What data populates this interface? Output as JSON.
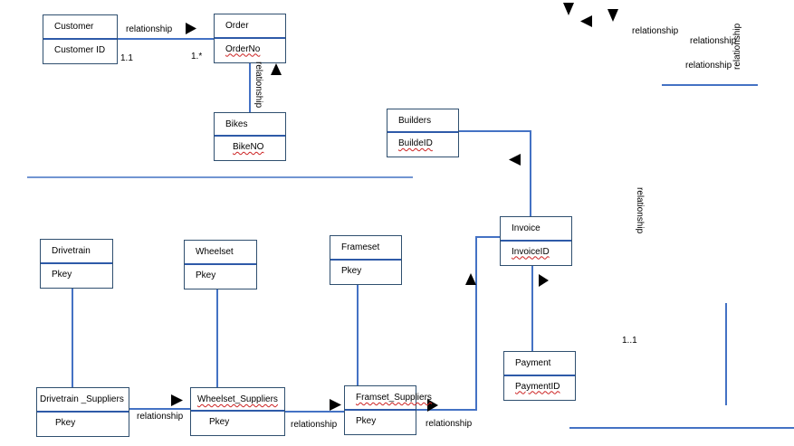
{
  "entities": {
    "customer": {
      "title": "Customer",
      "key": "Customer ID"
    },
    "order": {
      "title": "Order",
      "key": "OrderNo"
    },
    "bikes": {
      "title": "Bikes",
      "key": "BikeNO"
    },
    "builders": {
      "title": "Builders",
      "key": "BuildeID"
    },
    "invoice": {
      "title": "Invoice",
      "key": "InvoiceID"
    },
    "payment": {
      "title": "Payment",
      "key": "PaymentID"
    },
    "drivetrain": {
      "title": "Drivetrain",
      "key": "Pkey"
    },
    "wheelset": {
      "title": "Wheelset",
      "key": "Pkey"
    },
    "frameset": {
      "title": "Frameset",
      "key": "Pkey"
    },
    "drivetrain_suppliers": {
      "title": "Drivetrain _Suppliers",
      "key": "Pkey"
    },
    "wheelset_suppliers": {
      "title": "Wheelset_Suppliers",
      "key": "Pkey"
    },
    "frameset_suppliers": {
      "title": "Framset_Suppliers",
      "key": "Pkey"
    }
  },
  "labels": {
    "customer_order_rel": "relationship",
    "customer_mult": "1.1",
    "order_mult": "1.*",
    "order_bikes_rel": "relationship",
    "invoice_side_rel": "relationship",
    "top_right_rel_1": "relationship",
    "top_right_rel_2": "relationship",
    "top_right_rel_3": "relationship",
    "top_right_rel_vertical": "relationship",
    "right_mult": "1..1",
    "drivetrain_wheelset_rel": "relationship",
    "wheelset_frameset_rel": "relationship",
    "frameset_invoice_rel": "relationship"
  },
  "colors": {
    "line": "#4472c4",
    "arrow": "#000000",
    "squiggle": "#cc2222"
  }
}
